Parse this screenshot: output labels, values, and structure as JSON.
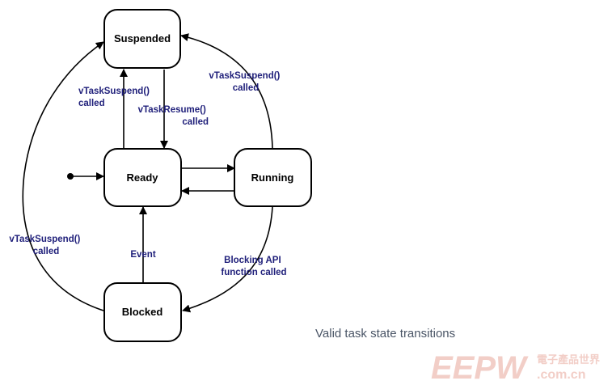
{
  "diagram": {
    "states": {
      "suspended": "Suspended",
      "ready": "Ready",
      "running": "Running",
      "blocked": "Blocked"
    },
    "transitions": {
      "ready_to_suspended": [
        "vTaskSuspend()",
        "called"
      ],
      "suspended_to_ready": [
        "vTaskResume()",
        "called"
      ],
      "running_to_suspended": [
        "vTaskSuspend()",
        "called"
      ],
      "blocked_to_suspended": [
        "vTaskSuspend()",
        "called"
      ],
      "blocked_to_ready": [
        "Event"
      ],
      "running_to_blocked": [
        "Blocking API",
        "function called"
      ]
    }
  },
  "caption": "Valid task state transitions",
  "watermark": {
    "brand": "EEPW",
    "domain": ".com.cn",
    "tagline": "電子產品世界",
    "color": "#f1c9c2"
  }
}
